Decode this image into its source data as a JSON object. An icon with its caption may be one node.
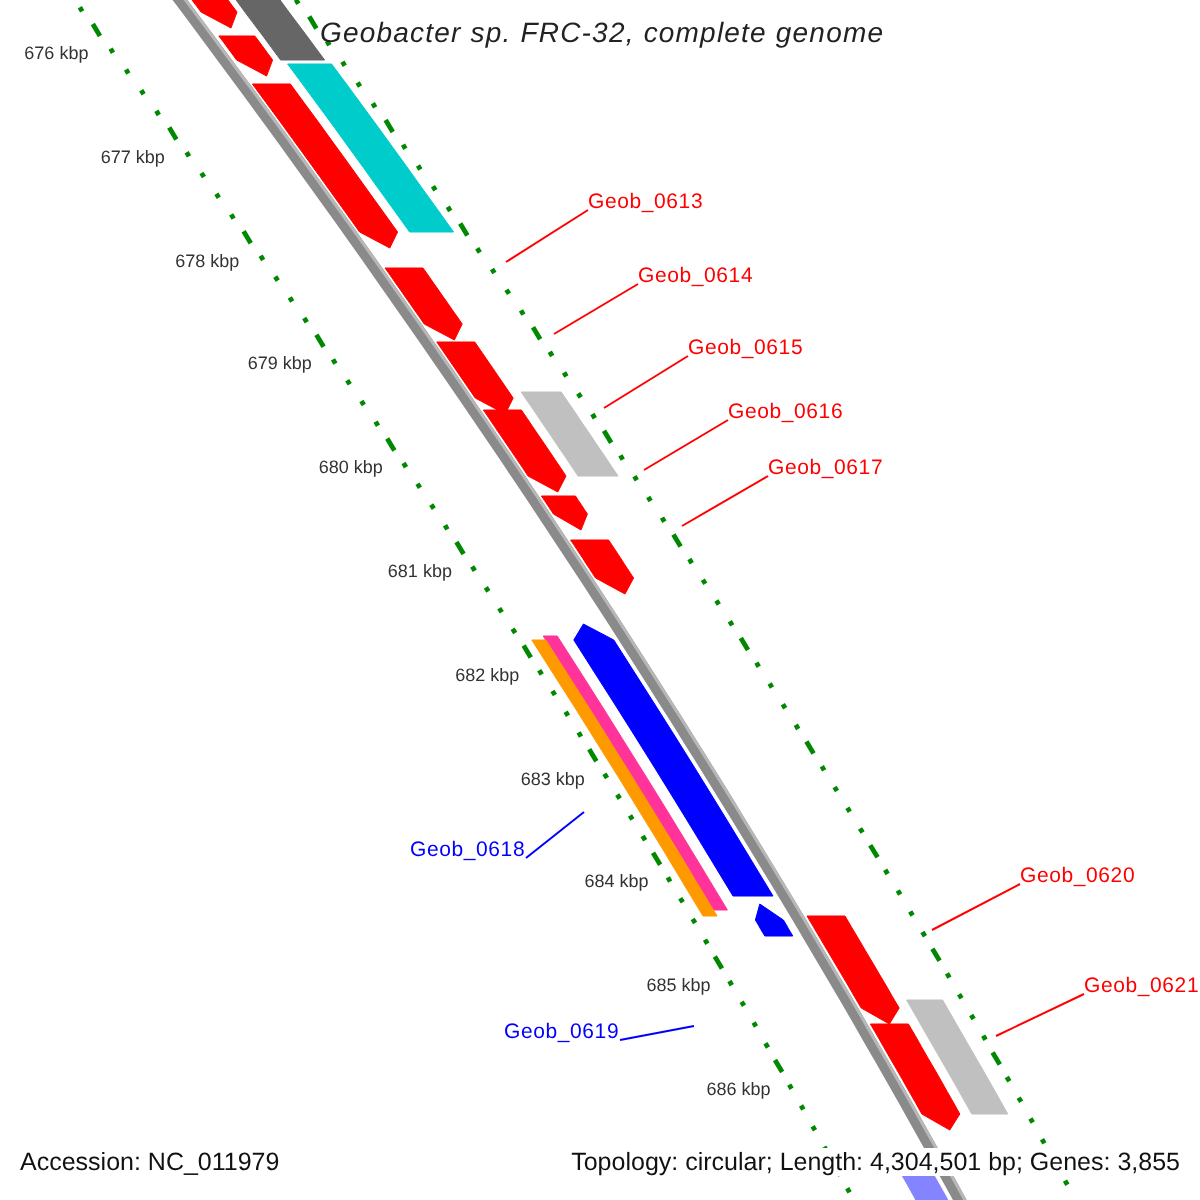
{
  "diagram": {
    "title": "Geobacter sp. FRC-32, complete genome",
    "nodes": [
      {
        "text": [
          "Geob_0613"
        ]
      },
      {
        "text": [
          "Geob_0614"
        ]
      },
      {
        "text": [
          "Geob_0615"
        ]
      },
      {
        "text": [
          "Geob_0616"
        ]
      },
      {
        "text": [
          "Geob_0617"
        ]
      },
      {
        "text": [
          "Geob_0618"
        ]
      },
      {
        "text": [
          "Geob_0619"
        ]
      },
      {
        "text": [
          "Geob_0620"
        ]
      },
      {
        "text": [
          "Geob_0621"
        ]
      }
    ],
    "edges": [
      {
        "from": 0,
        "to": null,
        "arrow": "none"
      },
      {
        "from": 1,
        "to": null,
        "arrow": "none"
      },
      {
        "from": 2,
        "to": null,
        "arrow": "none"
      },
      {
        "from": 3,
        "to": null,
        "arrow": "none"
      },
      {
        "from": 4,
        "to": null,
        "arrow": "none"
      },
      {
        "from": 5,
        "to": null,
        "arrow": "none",
        "color": "#0000ff"
      },
      {
        "from": 6,
        "to": null,
        "arrow": "none",
        "color": "#0000ff"
      },
      {
        "from": 7,
        "to": null,
        "arrow": "none"
      },
      {
        "from": 8,
        "to": null,
        "arrow": "none"
      }
    ],
    "labels": [
      "676 kbp",
      "677 kbp",
      "678 kbp",
      "679 kbp",
      "680 kbp",
      "681 kbp",
      "682 kbp",
      "683 kbp",
      "684 kbp",
      "685 kbp",
      "686 kbp",
      "Accession: NC_011979",
      "Topology: circular; Length: 4,304,501 bp; Genes: 3,855"
    ]
  }
}
